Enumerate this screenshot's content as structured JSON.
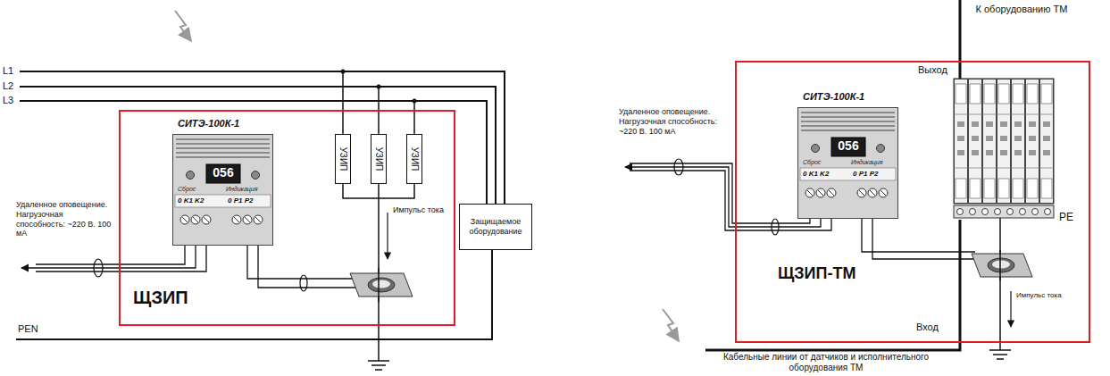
{
  "diagram": {
    "nodes": [
      {
        "text": [
          "ЩЗИП"
        ]
      },
      {
        "text": [
          "СИТЭ-100К-1",
          "056",
          "Сброс",
          "Индикация",
          "0 K1 K2",
          "0 P1 P2"
        ],
        "in": 0
      },
      {
        "text": [
          "УЗИП"
        ],
        "in": 0
      },
      {
        "text": [
          "УЗИП"
        ],
        "in": 0
      },
      {
        "text": [
          "УЗИП"
        ],
        "in": 0
      },
      {
        "text": [
          "Защищаемое оборудование"
        ]
      },
      {
        "text": [
          "ЩЗИП-ТМ"
        ]
      },
      {
        "text": [
          "СИТЭ-100К-1",
          "056",
          "Сброс",
          "Индикация",
          "0 K1 K2",
          "0 P1 P2"
        ],
        "in": 6
      }
    ],
    "labels": [
      "L1",
      "L2",
      "L3",
      "Импульс тока",
      "PEN",
      "Удаленное оповещение. Нагрузочная способность: ~220 В. 100 мА",
      "К оборудованию ТМ",
      "Выход",
      "Удаленное оповещение. Нагрузочная способность: ~220 В. 100 мА",
      "PE",
      "Импульс тока",
      "Вход",
      "Кабельные линии от датчиков и исполнительного оборудования ТМ"
    ]
  }
}
